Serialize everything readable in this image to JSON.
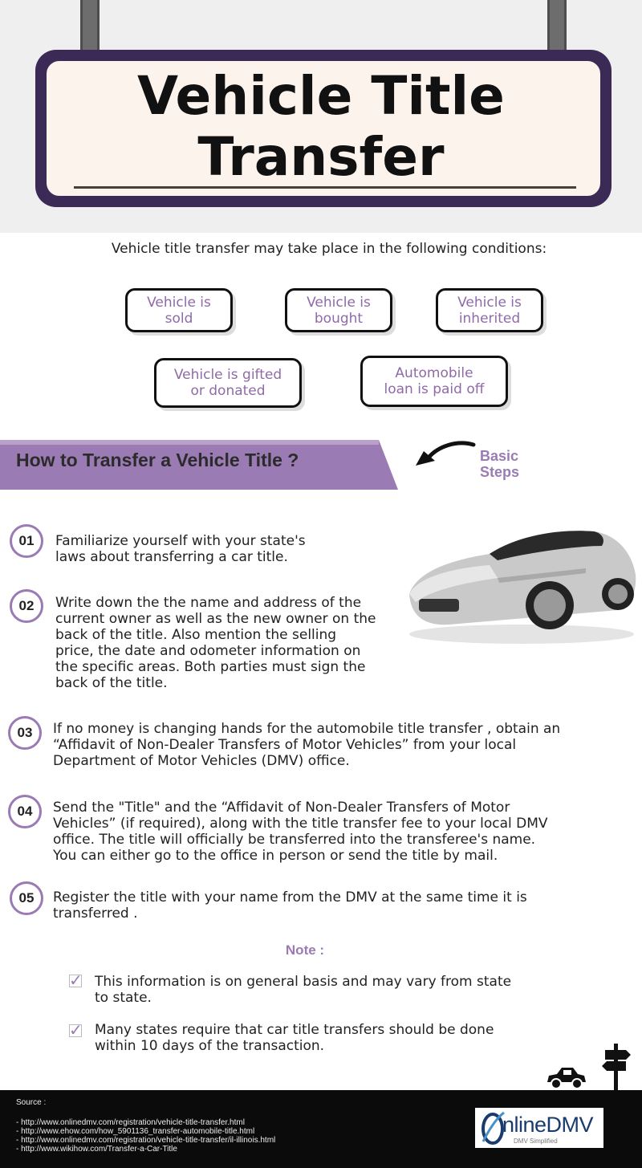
{
  "header": {
    "title_line1": "Vehicle Title",
    "title_line2": "Transfer"
  },
  "intro": "Vehicle title transfer may take place in the following conditions:",
  "conditions": [
    {
      "line1": "Vehicle is",
      "line2": "sold"
    },
    {
      "line1": "Vehicle is",
      "line2": "bought"
    },
    {
      "line1": "Vehicle is",
      "line2": "inherited"
    },
    {
      "line1": "Vehicle is gifted",
      "line2": "or donated"
    },
    {
      "line1": "Automobile",
      "line2": "loan is paid off"
    }
  ],
  "banner": {
    "title": "How to Transfer a Vehicle Title ?",
    "side_line1": "Basic",
    "side_line2": "Steps"
  },
  "steps": [
    {
      "number": "01",
      "lines": [
        "Familiarize yourself with your state's",
        "laws about transferring a car title."
      ]
    },
    {
      "number": "02",
      "lines": [
        "Write down the the name and address of the",
        "current owner as well as the new owner on the",
        "back of the title. Also mention the selling",
        "price, the date and odometer information on",
        "the specific areas. Both parties must sign the",
        "back of the title."
      ]
    },
    {
      "number": "03",
      "lines": [
        "If no money is changing hands for the automobile title transfer , obtain an",
        "“Affidavit of Non-Dealer Transfers of Motor Vehicles” from your local",
        "Department of Motor Vehicles (DMV) office."
      ]
    },
    {
      "number": "04",
      "lines": [
        "Send the \"Title\" and the “Affidavit of Non-Dealer Transfers of Motor",
        "Vehicles” (if required), along with the title transfer fee to your local DMV",
        "office.  The title will officially be transferred into the transferee's name.",
        "You can either go to the office in person or send the title by mail."
      ]
    },
    {
      "number": "05",
      "lines": [
        "Register the title with your name from the DMV at the same time it is",
        "transferred ."
      ]
    }
  ],
  "note": {
    "title": "Note :",
    "items": [
      {
        "lines": [
          "This information is on general basis and may vary from state",
          "to state."
        ]
      },
      {
        "lines": [
          "Many states require that car title transfers should be done",
          "within 10 days of the transaction."
        ]
      }
    ]
  },
  "footer": {
    "source_label": "Source :",
    "sources": [
      "- http://www.onlinedmv.com/registration/vehicle-title-transfer.html",
      "- http://www.ehow.com/how_5901136_transfer-automobile-title.html",
      "- http://www.onlinedmv.com/registration/vehicle-title-transfer/il-illinois.html",
      "- http://www.wikihow.com/Transfer-a-Car-Title"
    ],
    "logo_text": "nlineDMV",
    "logo_tagline": "DMV Simplified"
  },
  "colors": {
    "accent": "#9a7bb4",
    "sign_frame": "#3b2a55",
    "sign_fill": "#fcf3ec",
    "footer": "#0b0b0b"
  },
  "icons": [
    "curved-arrow-icon",
    "sports-car-image",
    "checkbox-icon",
    "small-car-icon",
    "signpost-icon",
    "onlinedmv-logo"
  ]
}
